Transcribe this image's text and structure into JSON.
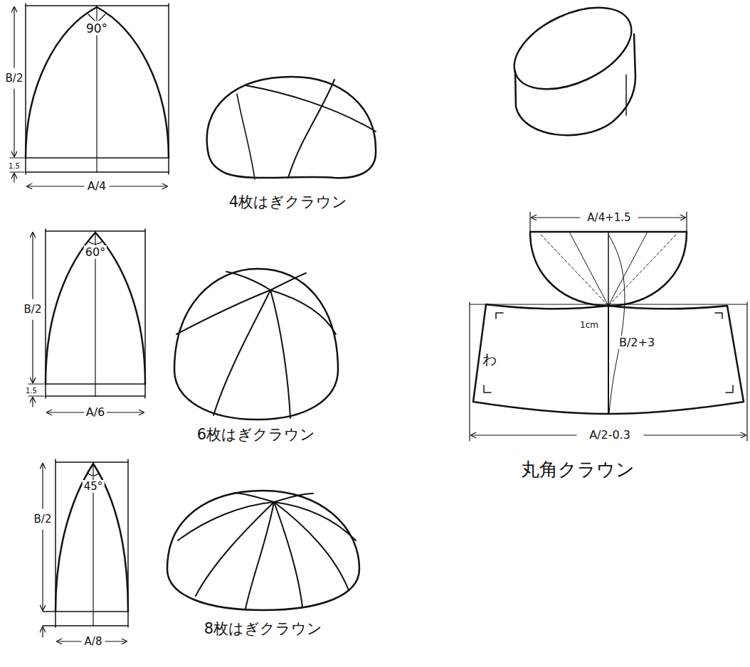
{
  "diagram": {
    "labels": [
      "90°",
      "B/2",
      "1.5",
      "A/4",
      "4枚はぎクラウン",
      "60°",
      "B/2",
      "1.5",
      "A/6",
      "6枚はぎクラウン",
      "45°",
      "B/2",
      "A/8",
      "8枚はぎクラウン",
      "A/4+1.5",
      "1cm",
      "B/2+3",
      "わ",
      "A/2-0.3",
      "丸角クラウン"
    ]
  }
}
